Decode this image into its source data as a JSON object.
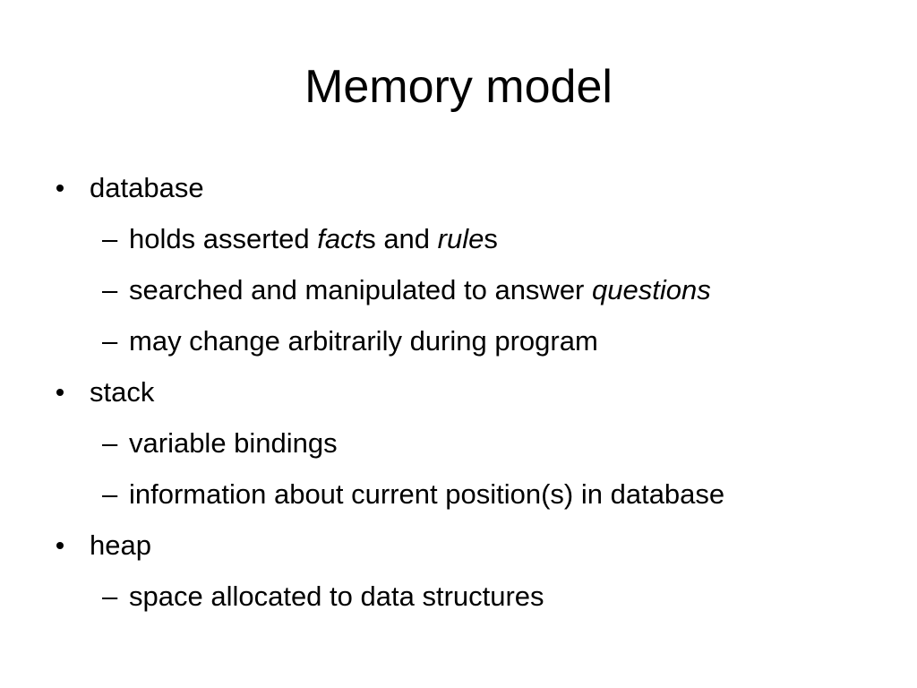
{
  "slide": {
    "title": "Memory model",
    "bullets": [
      {
        "level": 1,
        "segments": [
          {
            "text": "database",
            "italic": false
          }
        ]
      },
      {
        "level": 2,
        "segments": [
          {
            "text": "holds asserted ",
            "italic": false
          },
          {
            "text": "fact",
            "italic": true
          },
          {
            "text": "s and ",
            "italic": false
          },
          {
            "text": "rule",
            "italic": true
          },
          {
            "text": "s",
            "italic": false
          }
        ]
      },
      {
        "level": 2,
        "segments": [
          {
            "text": "searched and manipulated to answer ",
            "italic": false
          },
          {
            "text": "questions",
            "italic": true
          }
        ]
      },
      {
        "level": 2,
        "segments": [
          {
            "text": "may change arbitrarily during program",
            "italic": false
          }
        ]
      },
      {
        "level": 1,
        "segments": [
          {
            "text": "stack",
            "italic": false
          }
        ]
      },
      {
        "level": 2,
        "segments": [
          {
            "text": "variable bindings",
            "italic": false
          }
        ]
      },
      {
        "level": 2,
        "segments": [
          {
            "text": "information about current position(s) in database",
            "italic": false
          }
        ]
      },
      {
        "level": 1,
        "segments": [
          {
            "text": "heap",
            "italic": false
          }
        ]
      },
      {
        "level": 2,
        "segments": [
          {
            "text": "space allocated to data structures",
            "italic": false
          }
        ]
      }
    ]
  },
  "markers": {
    "level2_dash": "–"
  },
  "colors": {
    "background": "#ffffff",
    "text": "#000000"
  }
}
